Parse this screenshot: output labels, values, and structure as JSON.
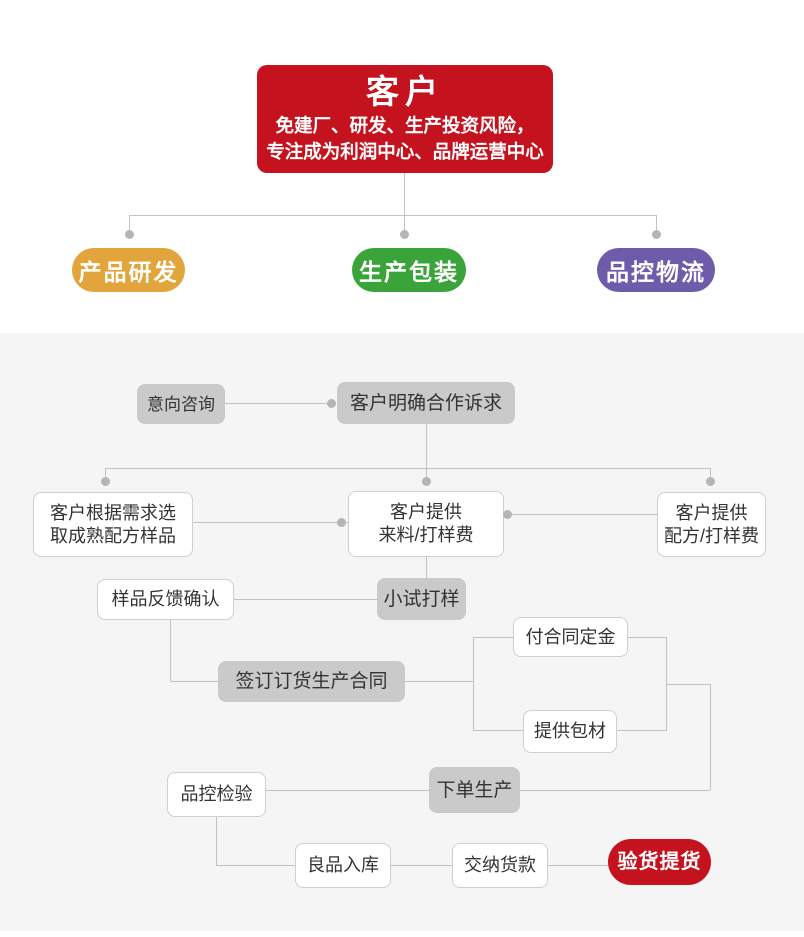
{
  "page": {
    "background_top": "#ffffff",
    "background_band": "#f5f5f5",
    "accent_red": "#c5121f",
    "accent_yellow": "#e2a53c",
    "accent_green": "#3aa43a",
    "accent_purple": "#6d5caa",
    "connector_gray": "#c2c2c2"
  },
  "org": {
    "root_title": "客户",
    "root_line1": "免建厂、研发、生产投资风险，",
    "root_line2": "专注成为利润中心、品牌运营中心",
    "branches": [
      {
        "label": "产品研发",
        "color": "#e2a53c"
      },
      {
        "label": "生产包装",
        "color": "#3aa43a"
      },
      {
        "label": "品控物流",
        "color": "#6d5caa"
      }
    ]
  },
  "flow": {
    "intent": "意向咨询",
    "demand": "客户明确合作诉求",
    "select_line1": "客户根据需求选",
    "select_line2": "取成熟配方样品",
    "material_line1": "客户提供",
    "material_line2": "来料/打样费",
    "formula_line1": "客户提供",
    "formula_line2": "配方/打样费",
    "feedback": "样品反馈确认",
    "trial": "小试打样",
    "contract": "签订订货生产合同",
    "deposit": "付合同定金",
    "packaging": "提供包材",
    "qc": "品控检验",
    "order": "下单生产",
    "warehouse": "良品入库",
    "payment": "交纳货款",
    "pickup": "验货提货"
  }
}
